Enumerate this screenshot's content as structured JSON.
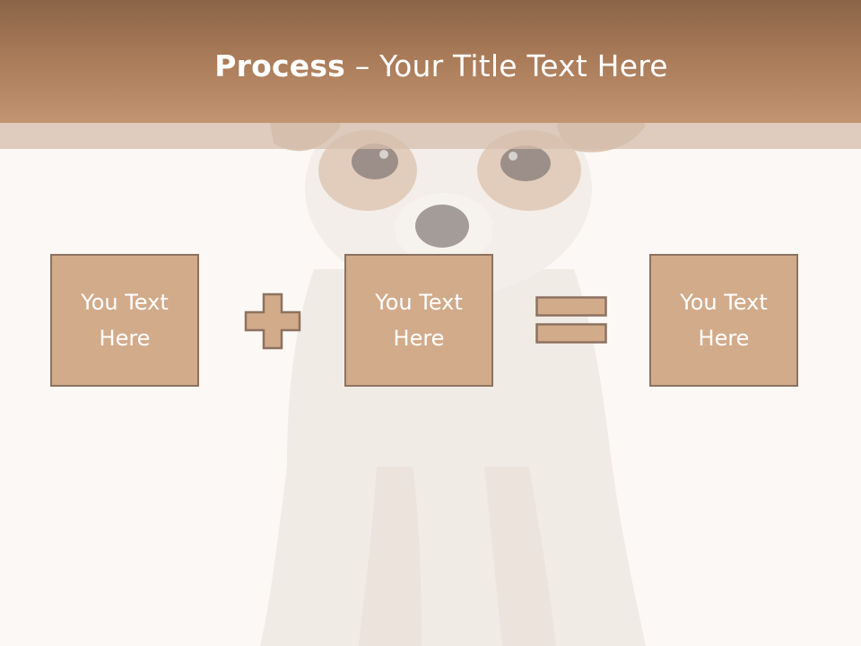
{
  "slide": {
    "title_bold": "Process",
    "title_rest": " – Your Title Text Here",
    "boxes": [
      {
        "text": "You Text Here"
      },
      {
        "text": "You Text Here"
      },
      {
        "text": "You Text Here"
      }
    ],
    "operators": [
      "plus-icon",
      "equals-icon"
    ]
  },
  "colors": {
    "title_bar": "#a87a58",
    "box_fill": "#d2ab8b",
    "box_border": "#8d7260",
    "operator_fill": "#d2ab8b"
  }
}
